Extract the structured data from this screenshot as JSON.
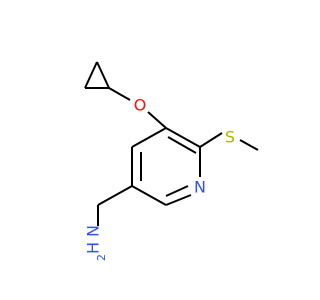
{
  "colors": {
    "bond": "#000000",
    "oxygen": "#ff0d0d",
    "sulfur": "#b2b200",
    "nitrogen": "#3050f8"
  },
  "atoms": {
    "oxygen": "O",
    "sulfur": "S",
    "ring_nitrogen": "N",
    "amine_n": "N",
    "amine_h": "H"
  },
  "amine_h_count": "2"
}
